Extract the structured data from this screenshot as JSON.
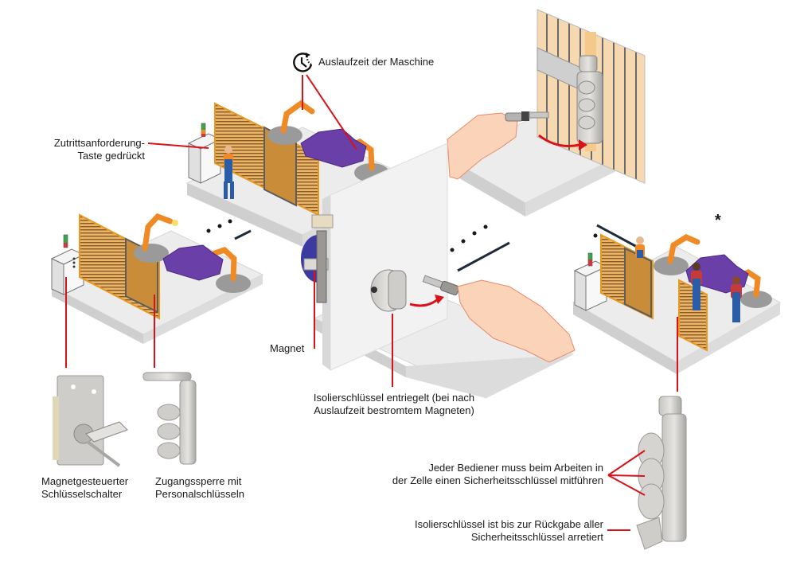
{
  "labels": {
    "machine_rundown": "Auslaufzeit der Maschine",
    "access_request_line1": "Zutrittsanforderung-",
    "access_request_line2": "Taste gedrückt",
    "magnet": "Magnet",
    "isolation_key_unlocked_line1": "Isolierschlüssel entriegelt (bei nach",
    "isolation_key_unlocked_line2": "Auslaufzeit bestromtem Magneten)",
    "solenoid_key_switch_line1": "Magnetgesteuerter",
    "solenoid_key_switch_line2": "Schlüsselschalter",
    "access_lock_line1": "Zugangssperre mit",
    "access_lock_line2": "Personalschlüsseln",
    "operator_key_line1": "Jeder Bediener muss beim Arbeiten in",
    "operator_key_line2": "der Zelle einen Sicherheitsschlüssel mitführen",
    "isolation_key_trapped_line1": "Isolierschlüssel ist bis zur Rückgabe aller",
    "isolation_key_trapped_line2": "Sicherheitsschlüssel arretiert",
    "asterisk": "*"
  },
  "icons": {
    "timer": "timer-icon",
    "stack_light": "stack-light-icon",
    "hand": "hand-icon",
    "key": "key-icon",
    "robot": "robot-arm-icon",
    "car": "car-body-icon",
    "worker": "worker-icon"
  },
  "colors": {
    "callout_line": "#d9121a",
    "fence_orange": "#f0a030",
    "car_purple": "#6a3fa8",
    "robot_orange": "#f08a24",
    "platform": "#efefef",
    "skin": "#fbd3b8"
  }
}
